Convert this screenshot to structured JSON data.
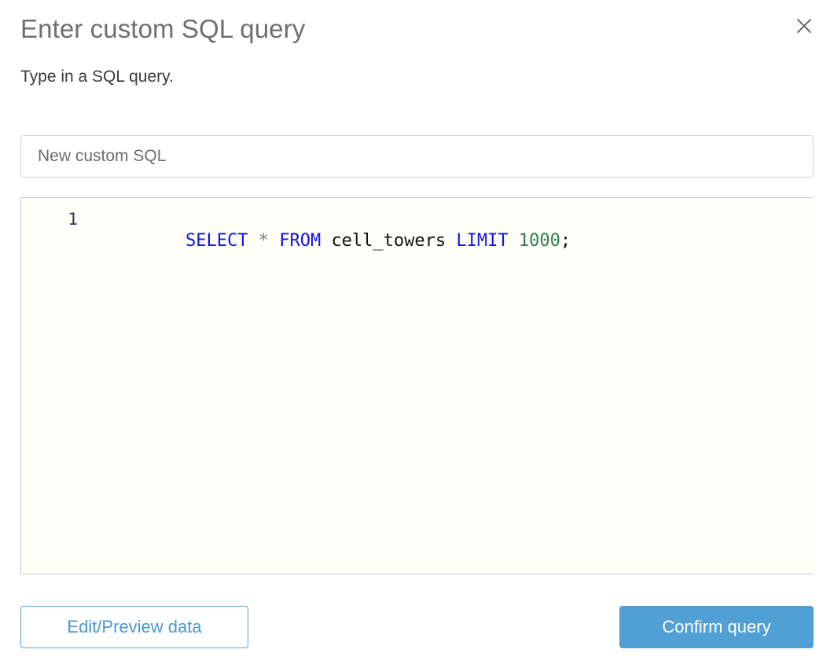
{
  "dialog": {
    "title": "Enter custom SQL query",
    "subtitle": "Type in a SQL query.",
    "close_icon": "close-icon"
  },
  "name_field": {
    "value": "",
    "placeholder": "New custom SQL"
  },
  "editor": {
    "line_numbers": [
      "1"
    ],
    "code_tokens": [
      {
        "text": "SELECT",
        "type": "keyword"
      },
      {
        "text": " ",
        "type": "plain"
      },
      {
        "text": "*",
        "type": "operator"
      },
      {
        "text": " ",
        "type": "plain"
      },
      {
        "text": "FROM",
        "type": "keyword"
      },
      {
        "text": " ",
        "type": "plain"
      },
      {
        "text": "cell_towers",
        "type": "identifier"
      },
      {
        "text": " ",
        "type": "plain"
      },
      {
        "text": "LIMIT",
        "type": "keyword"
      },
      {
        "text": " ",
        "type": "plain"
      },
      {
        "text": "1000",
        "type": "number"
      },
      {
        "text": ";",
        "type": "punct"
      }
    ],
    "code_text": "SELECT * FROM cell_towers LIMIT 1000;"
  },
  "footer": {
    "secondary_label": "Edit/Preview data",
    "primary_label": "Confirm query"
  },
  "colors": {
    "accent_blue": "#50a0d5",
    "link_blue": "#4a97d2",
    "keyword_blue": "#1414e6",
    "number_green": "#2e7d52",
    "title_gray": "#6f6f6f",
    "editor_bg": "#fffffa"
  }
}
